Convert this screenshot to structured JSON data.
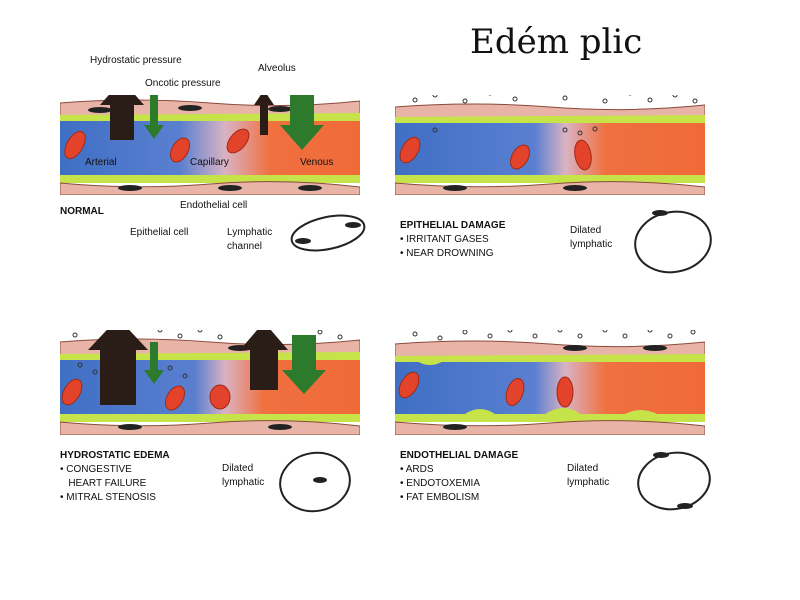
{
  "title": "Edém plic",
  "colors": {
    "arterial": "#3f6fc4",
    "venous": "#f07040",
    "membrane": "#c6e34a",
    "rbc": "#e3432a",
    "arrow_up": "#2a1c16",
    "arrow_down": "#2d7a2d"
  },
  "panels": {
    "normal": {
      "caption_head": "NORMAL",
      "labels": {
        "hydrostatic": "Hydrostatic pressure",
        "oncotic": "Oncotic pressure",
        "alveolus": "Alveolus",
        "arterial": "Arterial",
        "capillary": "Capillary",
        "venous": "Venous",
        "endothelial": "Endothelial cell",
        "epithelial": "Epithelial cell",
        "lymph1": "Lymphatic",
        "lymph2": "channel"
      }
    },
    "epithelial": {
      "caption_head": "EPITHELIAL DAMAGE",
      "items": [
        "• IRRITANT GASES",
        "• NEAR DROWNING"
      ],
      "lymph1": "Dilated",
      "lymph2": "lymphatic"
    },
    "hydrostatic": {
      "caption_head": "HYDROSTATIC EDEMA",
      "items": [
        "• CONGESTIVE",
        "   HEART FAILURE",
        "• MITRAL STENOSIS"
      ],
      "lymph1": "Dilated",
      "lymph2": "lymphatic"
    },
    "endothelial": {
      "caption_head": "ENDOTHELIAL DAMAGE",
      "items": [
        "• ARDS",
        "• ENDOTOXEMIA",
        "• FAT EMBOLISM"
      ],
      "lymph1": "Dilated",
      "lymph2": "lymphatic"
    }
  }
}
